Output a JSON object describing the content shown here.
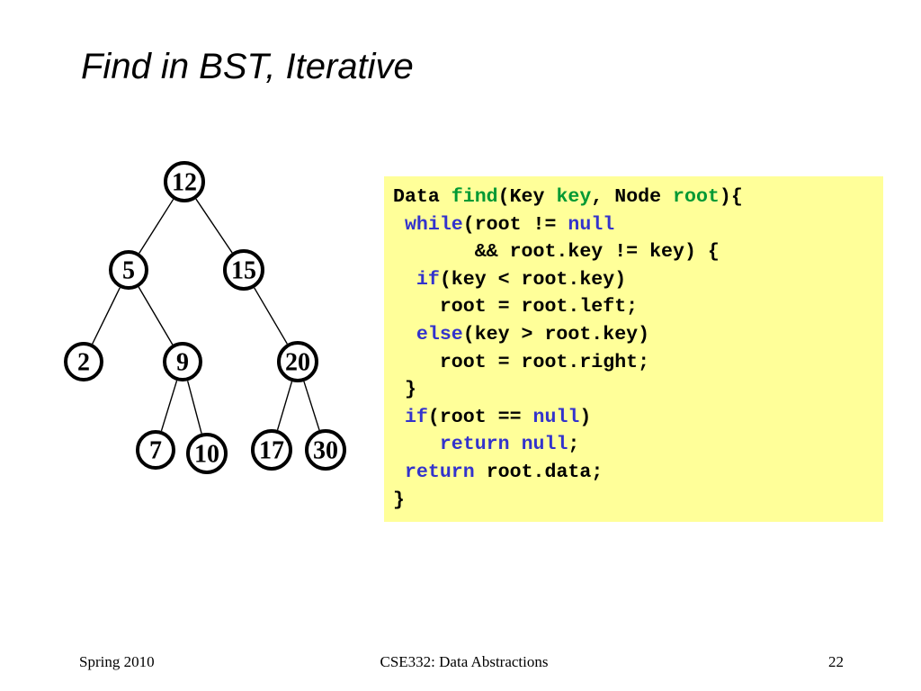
{
  "slide": {
    "title": "Find in BST, Iterative",
    "footer": {
      "left": "Spring 2010",
      "center": "CSE332: Data Abstractions",
      "right": "22"
    }
  },
  "tree": {
    "nodes": [
      {
        "id": "n12",
        "label": "12"
      },
      {
        "id": "n5",
        "label": "5"
      },
      {
        "id": "n15",
        "label": "15"
      },
      {
        "id": "n2",
        "label": "2"
      },
      {
        "id": "n9",
        "label": "9"
      },
      {
        "id": "n20",
        "label": "20"
      },
      {
        "id": "n7",
        "label": "7"
      },
      {
        "id": "n10",
        "label": "10"
      },
      {
        "id": "n17",
        "label": "17"
      },
      {
        "id": "n30",
        "label": "30"
      }
    ],
    "edges": [
      [
        "n12",
        "n5"
      ],
      [
        "n12",
        "n15"
      ],
      [
        "n5",
        "n2"
      ],
      [
        "n5",
        "n9"
      ],
      [
        "n15",
        "n20"
      ],
      [
        "n9",
        "n7"
      ],
      [
        "n9",
        "n10"
      ],
      [
        "n20",
        "n17"
      ],
      [
        "n20",
        "n30"
      ]
    ]
  },
  "code": {
    "colors": {
      "keyword": "#3333cc",
      "identifier": "#009933",
      "background": "#ffff99"
    },
    "lines": [
      [
        {
          "t": "Data "
        },
        {
          "t": "find",
          "c": "g"
        },
        {
          "t": "(Key "
        },
        {
          "t": "key",
          "c": "g"
        },
        {
          "t": ", Node "
        },
        {
          "t": "root",
          "c": "g"
        },
        {
          "t": "){"
        }
      ],
      [
        {
          "t": " "
        },
        {
          "t": "while",
          "c": "b"
        },
        {
          "t": "(root != "
        },
        {
          "t": "null",
          "c": "b"
        }
      ],
      [
        {
          "t": "       && root.key != key) {"
        }
      ],
      [
        {
          "t": "  "
        },
        {
          "t": "if",
          "c": "b"
        },
        {
          "t": "(key < root.key)"
        }
      ],
      [
        {
          "t": "    root = root.left;"
        }
      ],
      [
        {
          "t": "  "
        },
        {
          "t": "else",
          "c": "b"
        },
        {
          "t": "(key > root.key)"
        }
      ],
      [
        {
          "t": "    root = root.right;"
        }
      ],
      [
        {
          "t": " }"
        }
      ],
      [
        {
          "t": " "
        },
        {
          "t": "if",
          "c": "b"
        },
        {
          "t": "(root == "
        },
        {
          "t": "null",
          "c": "b"
        },
        {
          "t": ")"
        }
      ],
      [
        {
          "t": "    "
        },
        {
          "t": "return",
          "c": "b"
        },
        {
          "t": " "
        },
        {
          "t": "null",
          "c": "b"
        },
        {
          "t": ";"
        }
      ],
      [
        {
          "t": " "
        },
        {
          "t": "return",
          "c": "b"
        },
        {
          "t": " root.data;"
        }
      ],
      [
        {
          "t": "}"
        }
      ]
    ]
  }
}
